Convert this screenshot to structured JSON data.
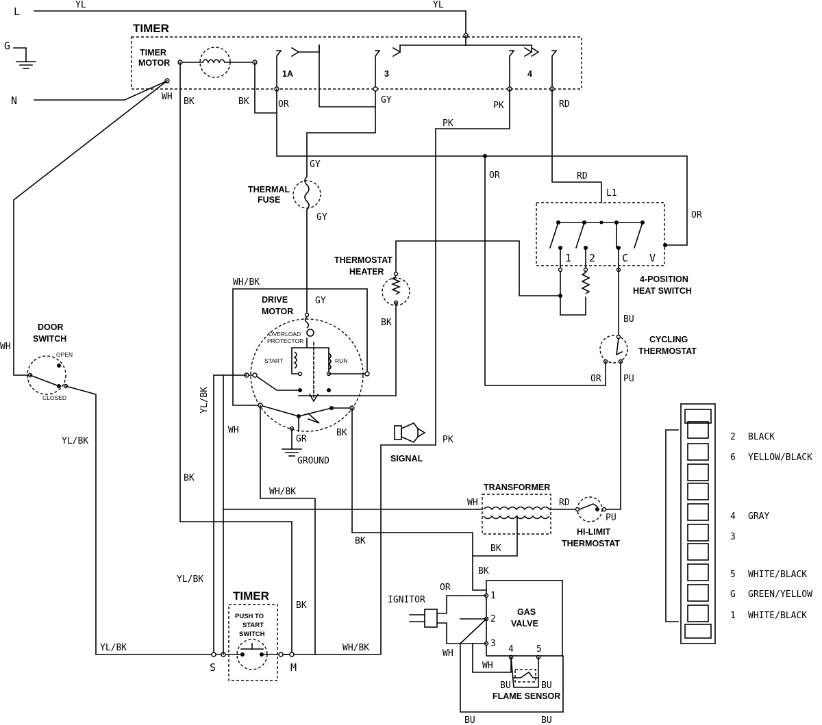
{
  "power": {
    "line": "L",
    "ground": "G",
    "neutral": "N"
  },
  "wires": {
    "yl_top_left": "YL",
    "yl_top_right": "YL",
    "wh_timer": "WH",
    "bk_timer_motor": "BK",
    "bk_timer_1a": "BK",
    "or_1a": "OR",
    "gy_3": "GY",
    "pk_top": "PK",
    "pk_mid": "PK",
    "rd_4": "RD",
    "gy_fuse_top": "GY",
    "gy_fuse_bottom": "GY",
    "or_mid": "OR",
    "rd_li": "RD",
    "or_right": "OR",
    "wh_left": "WH",
    "yl_bk_left": "YL/BK",
    "wh_bk_motor": "WH/BK",
    "gy_motor": "GY",
    "bk_thermostat_heater": "BK",
    "yl_bk_motor": "YL/BK",
    "wh_motor": "WH",
    "bk_motor": "BK",
    "pk_signal": "PK",
    "bk_left": "BK",
    "wh_bk_low": "WH/BK",
    "wh_transformer": "WH",
    "rd_transformer": "RD",
    "pu_hilimit": "PU",
    "bk_transformer": "BK",
    "bk_low": "BK",
    "bk_gas": "BK",
    "yl_bk_timer": "YL/BK",
    "bk_timer_m": "BK",
    "yl_bk_bottom": "YL/BK",
    "wh_bk_bottom": "WH/BK",
    "or_ignitor": "OR",
    "wh_ignitor": "WH",
    "wh_valve": "WH",
    "bu_flame_left": "BU",
    "bu_flame_right": "BU",
    "bu_bottom_left": "BU",
    "bu_bottom_right": "BU",
    "bu_cycling": "BU",
    "or_cycling": "OR",
    "pu_cycling": "PU"
  },
  "components": {
    "timer_title": "TIMER",
    "timer_motor": [
      "TIMER",
      "MOTOR"
    ],
    "timer_contacts": [
      "1A",
      "3",
      "4"
    ],
    "thermal_fuse": [
      "THERMAL",
      "FUSE"
    ],
    "thermostat_heater": [
      "THERMOSTAT",
      "HEATER"
    ],
    "drive_motor": [
      "DRIVE",
      "MOTOR"
    ],
    "overload_protector": [
      "OVERLOAD",
      "PROTECTOR"
    ],
    "start": "START",
    "run": "RUN",
    "ground_label": "GROUND",
    "ground_wire": "GR",
    "door_switch": [
      "DOOR",
      "SWITCH"
    ],
    "door_open": "OPEN",
    "door_closed": "CLOSED",
    "signal": "SIGNAL",
    "transformer": "TRANSFORMER",
    "hi_limit": [
      "HI-LIMIT",
      "THERMOSTAT"
    ],
    "heat_switch": [
      "4-POSITION",
      "HEAT SWITCH"
    ],
    "heat_switch_li": "L1",
    "heat_switch_positions": [
      "1",
      "2",
      "C",
      "V"
    ],
    "cycling_thermostat": [
      "CYCLING",
      "THERMOSTAT"
    ],
    "timer_bottom_title": "TIMER",
    "push_to_start": [
      "PUSH TO",
      "START",
      "SWITCH"
    ],
    "timer_s": "S",
    "timer_m": "M",
    "ignitor": "IGNITOR",
    "gas_valve": [
      "GAS",
      "VALVE"
    ],
    "gas_valve_terminals": [
      "1",
      "2",
      "3",
      "4",
      "5"
    ],
    "flame_sensor": "FLAME SENSOR"
  },
  "connector_legend": [
    {
      "pin": "2",
      "color": "BLACK"
    },
    {
      "pin": "6",
      "color": "YELLOW/BLACK"
    },
    {
      "pin": "4",
      "color": "GRAY"
    },
    {
      "pin": "3",
      "color": ""
    },
    {
      "pin": "5",
      "color": "WHITE/BLACK"
    },
    {
      "pin": "G",
      "color": "GREEN/YELLOW"
    },
    {
      "pin": "1",
      "color": "WHITE/BLACK"
    }
  ]
}
